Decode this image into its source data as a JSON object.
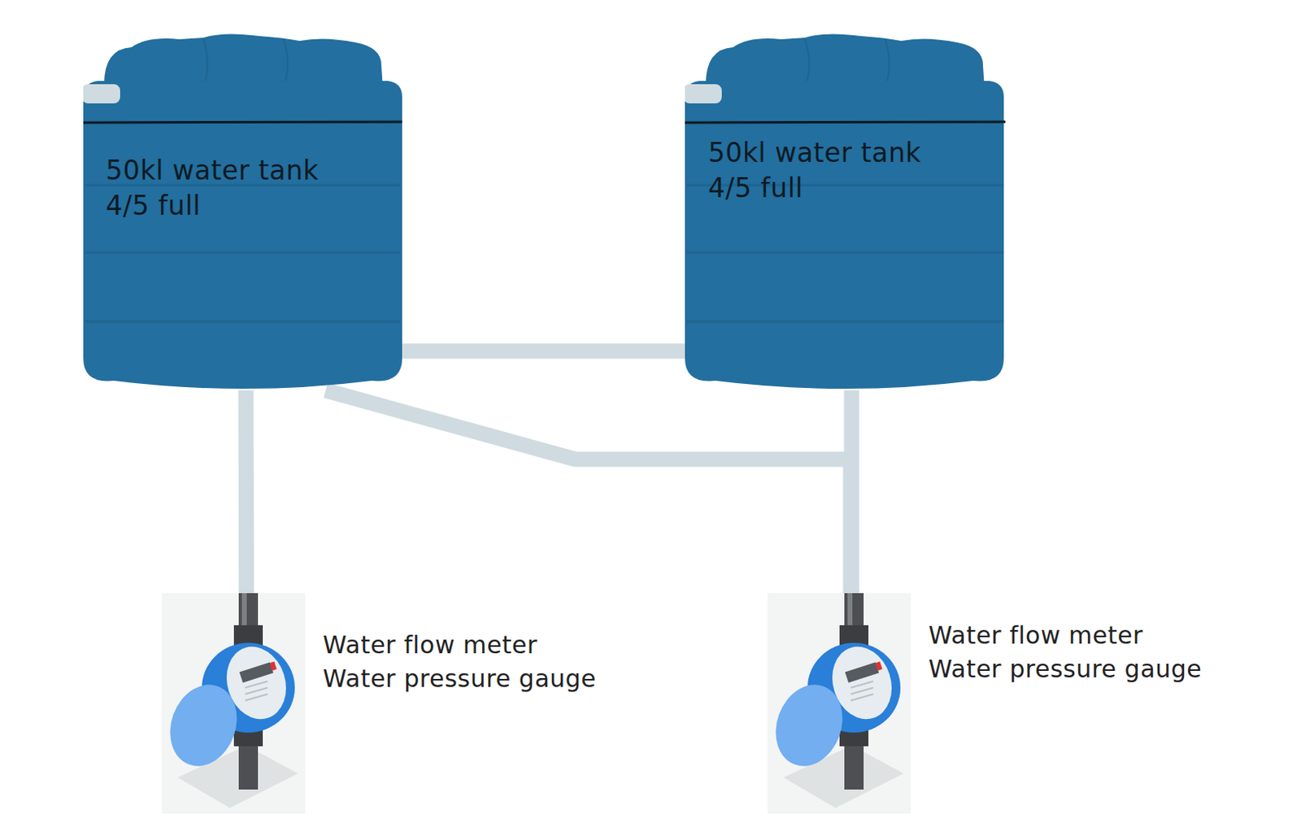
{
  "diagram": {
    "nodes": [
      {
        "text": [
          "50kl water tank",
          "4/5 full"
        ]
      },
      {
        "text": [
          "50kl water tank",
          "4/5 full"
        ]
      },
      {
        "text": [
          "Water flow meter",
          "Water pressure gauge"
        ]
      },
      {
        "text": [
          "Water flow meter",
          "Water pressure gauge"
        ]
      }
    ],
    "edges": [
      {
        "from": 0,
        "to": 2,
        "arrow": "none"
      },
      {
        "from": 1,
        "to": 3,
        "arrow": "none"
      },
      {
        "from": 0,
        "to": 1,
        "arrow": "none"
      },
      {
        "from": 0,
        "to": 3,
        "arrow": "none"
      }
    ]
  }
}
